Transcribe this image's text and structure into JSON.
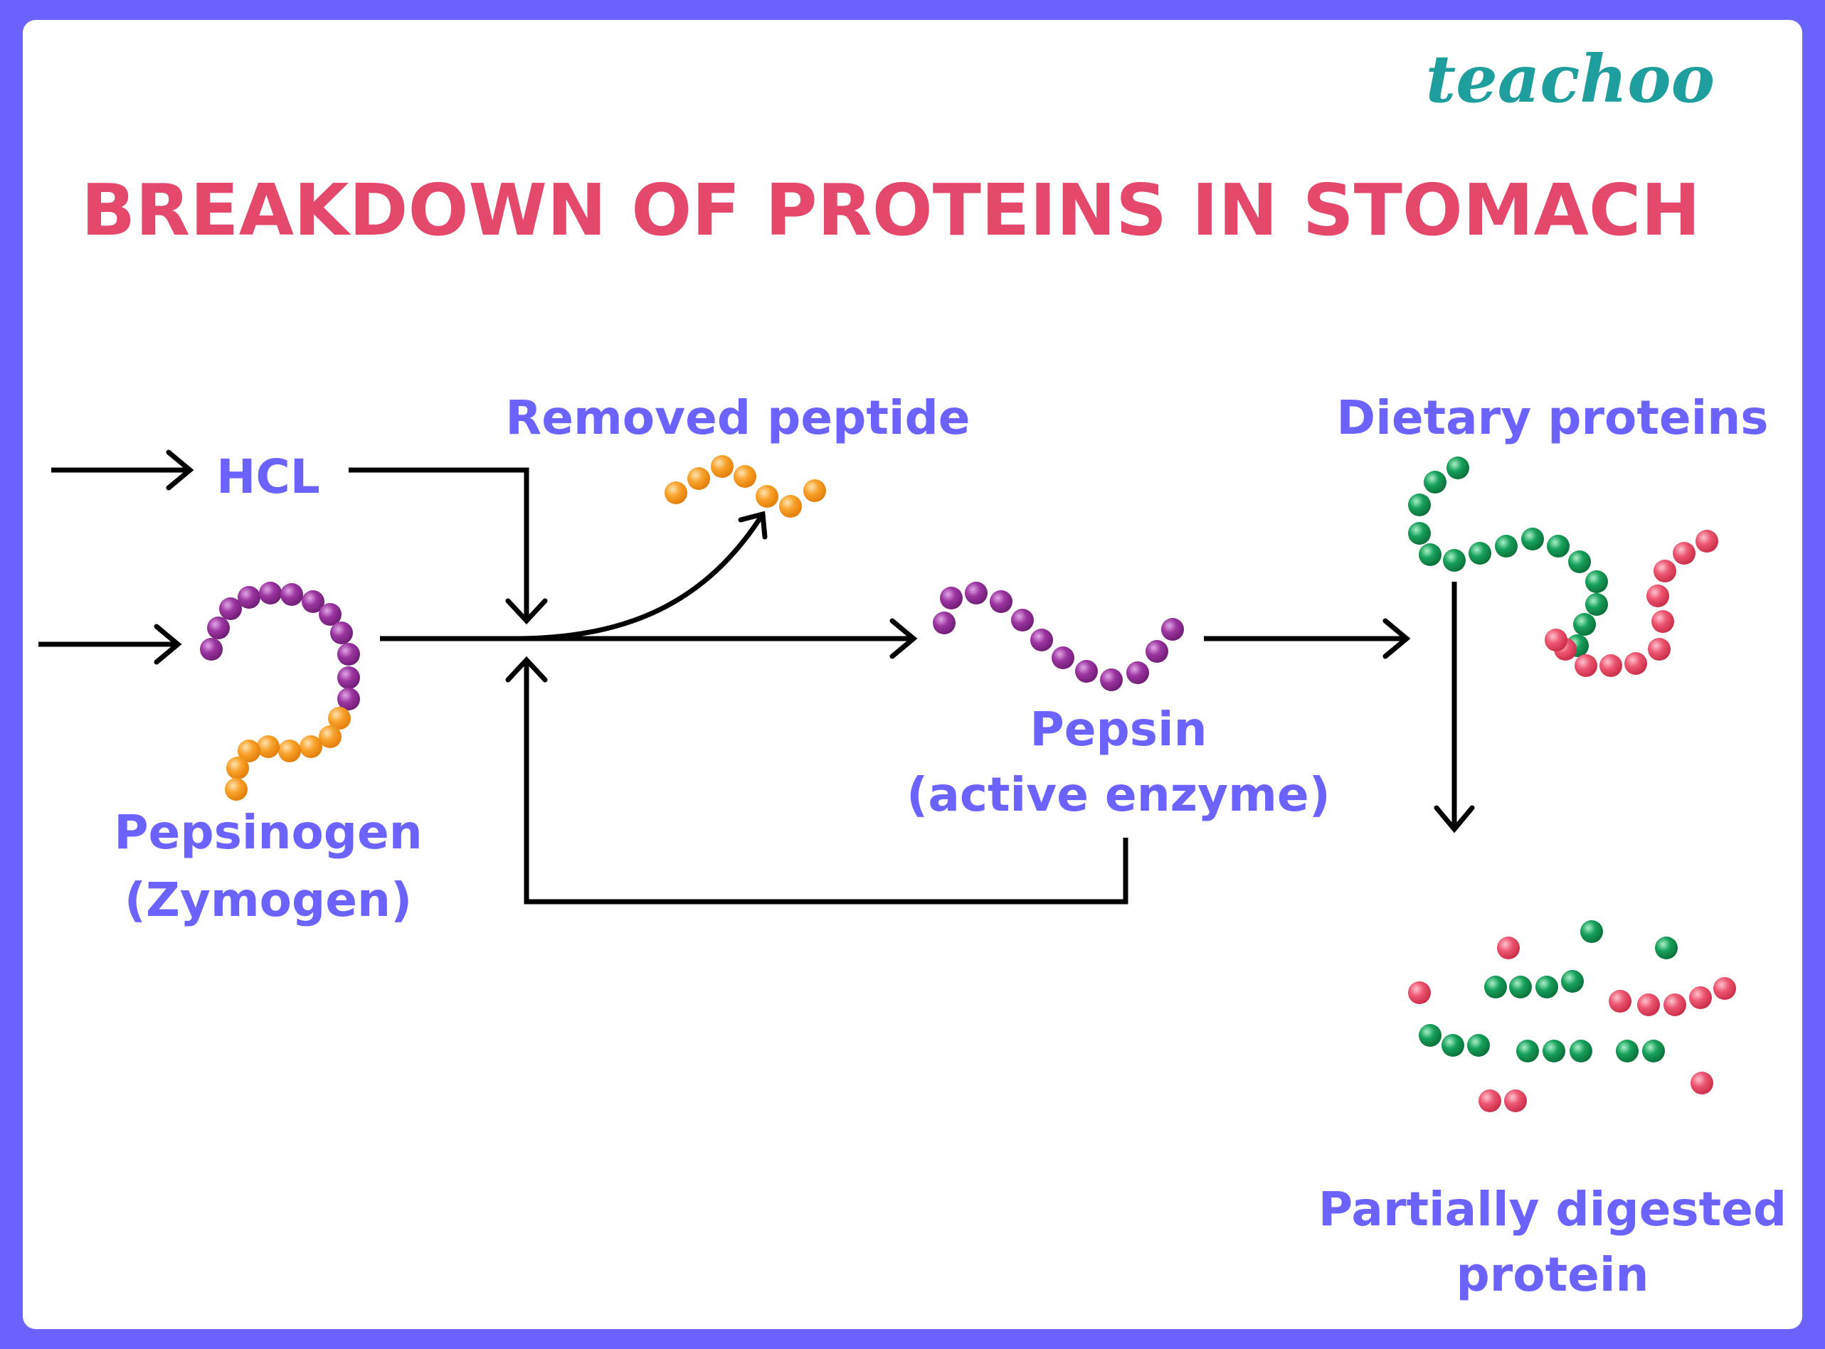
{
  "logo": "teachoo",
  "title": "BREAKDOWN OF PROTEINS IN STOMACH",
  "labels": {
    "hcl": "HCL",
    "removed_peptide": "Removed peptide",
    "dietary_proteins": "Dietary proteins",
    "pepsinogen_line1": "Pepsinogen",
    "pepsinogen_line2": "(Zymogen)",
    "pepsin_line1": "Pepsin",
    "pepsin_line2": "(active enzyme)",
    "partial_line1": "Partially digested",
    "partial_line2": "protein"
  },
  "colors": {
    "frame": "#6c63ff",
    "background": "#ffffff",
    "title": "#e4486a",
    "label": "#6c63ff",
    "logo": "#1f9e9e",
    "bead_purple": "#8e2a93",
    "bead_orange": "#f7981c",
    "bead_green": "#12894b",
    "bead_red": "#e8465f"
  }
}
